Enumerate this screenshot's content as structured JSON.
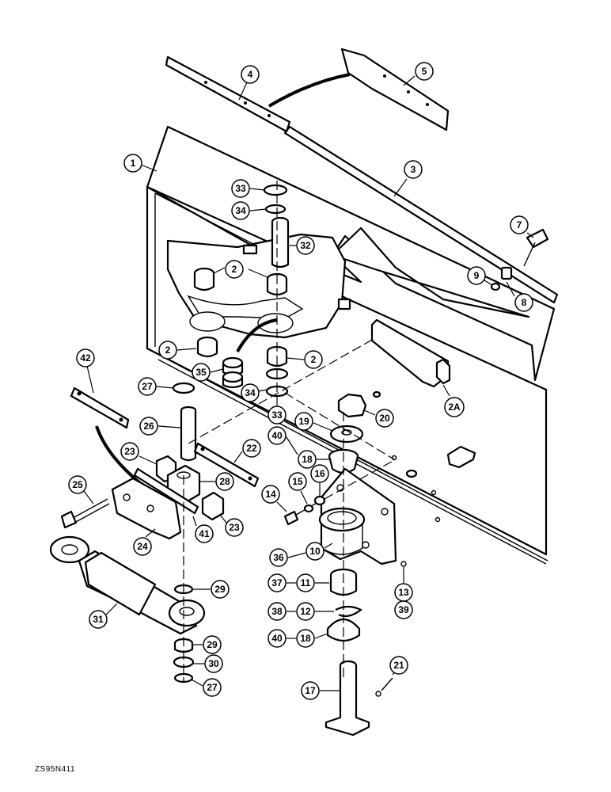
{
  "figure": {
    "reference_code": "ZS95N411",
    "callouts": [
      {
        "id": "c1",
        "label": "1"
      },
      {
        "id": "c2a",
        "label": "2"
      },
      {
        "id": "c2b",
        "label": "2"
      },
      {
        "id": "c2c",
        "label": "2"
      },
      {
        "id": "c2d",
        "label": "2"
      },
      {
        "id": "c2A",
        "label": "2A"
      },
      {
        "id": "c3",
        "label": "3"
      },
      {
        "id": "c4",
        "label": "4"
      },
      {
        "id": "c5",
        "label": "5"
      },
      {
        "id": "c7",
        "label": "7"
      },
      {
        "id": "c8",
        "label": "8"
      },
      {
        "id": "c9",
        "label": "9"
      },
      {
        "id": "c10",
        "label": "10"
      },
      {
        "id": "c11",
        "label": "11"
      },
      {
        "id": "c12",
        "label": "12"
      },
      {
        "id": "c13",
        "label": "13"
      },
      {
        "id": "c14",
        "label": "14"
      },
      {
        "id": "c15",
        "label": "15"
      },
      {
        "id": "c16",
        "label": "16"
      },
      {
        "id": "c17",
        "label": "17"
      },
      {
        "id": "c18a",
        "label": "18"
      },
      {
        "id": "c18b",
        "label": "18"
      },
      {
        "id": "c19",
        "label": "19"
      },
      {
        "id": "c20",
        "label": "20"
      },
      {
        "id": "c21",
        "label": "21"
      },
      {
        "id": "c22",
        "label": "22"
      },
      {
        "id": "c23a",
        "label": "23"
      },
      {
        "id": "c23b",
        "label": "23"
      },
      {
        "id": "c24",
        "label": "24"
      },
      {
        "id": "c25",
        "label": "25"
      },
      {
        "id": "c26",
        "label": "26"
      },
      {
        "id": "c27a",
        "label": "27"
      },
      {
        "id": "c27b",
        "label": "27"
      },
      {
        "id": "c28",
        "label": "28"
      },
      {
        "id": "c29a",
        "label": "29"
      },
      {
        "id": "c29b",
        "label": "29"
      },
      {
        "id": "c30",
        "label": "30"
      },
      {
        "id": "c31",
        "label": "31"
      },
      {
        "id": "c32",
        "label": "32"
      },
      {
        "id": "c33a",
        "label": "33"
      },
      {
        "id": "c33b",
        "label": "33"
      },
      {
        "id": "c34a",
        "label": "34"
      },
      {
        "id": "c34b",
        "label": "34"
      },
      {
        "id": "c35",
        "label": "35"
      },
      {
        "id": "c36",
        "label": "36"
      },
      {
        "id": "c37",
        "label": "37"
      },
      {
        "id": "c38",
        "label": "38"
      },
      {
        "id": "c39",
        "label": "39"
      },
      {
        "id": "c40a",
        "label": "40"
      },
      {
        "id": "c40b",
        "label": "40"
      },
      {
        "id": "c41",
        "label": "41"
      },
      {
        "id": "c42",
        "label": "42"
      }
    ]
  }
}
